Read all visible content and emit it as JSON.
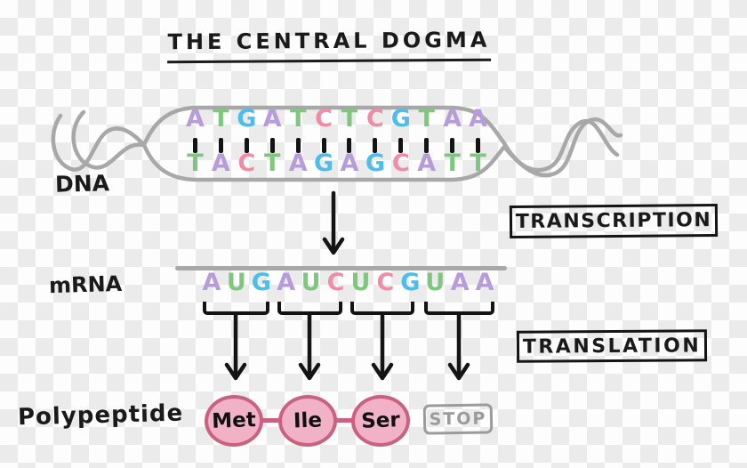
{
  "title": "THE CENTRAL DOGMA",
  "dna": {
    "label": "DNA",
    "top_strand": [
      "A",
      "T",
      "G",
      "A",
      "T",
      "C",
      "T",
      "C",
      "G",
      "T",
      "A",
      "A"
    ],
    "bottom_strand": [
      "T",
      "A",
      "C",
      "T",
      "A",
      "G",
      "A",
      "G",
      "C",
      "A",
      "T",
      "T"
    ]
  },
  "transcription": {
    "label": "TRANSCRIPTION"
  },
  "mrna": {
    "label": "mRNA",
    "sequence": [
      "A",
      "U",
      "G",
      "A",
      "U",
      "C",
      "U",
      "C",
      "G",
      "U",
      "A",
      "A"
    ],
    "codons": [
      "AUG",
      "AUC",
      "UCG",
      "UAA"
    ]
  },
  "translation": {
    "label": "TRANSLATION"
  },
  "polypeptide": {
    "label": "Polypeptide",
    "amino_acids": [
      "Met",
      "Ile",
      "Ser"
    ],
    "stop": "STOP"
  },
  "colors": {
    "A": "#b69cd9",
    "T": "#7fc77f",
    "G": "#4fbde9",
    "C": "#f08ca6",
    "U": "#7fc77f",
    "ink": "#1a1a1a",
    "helix_gray": "#a8a8a8",
    "amino_fill": "#f1b2c7",
    "amino_border": "#c96180",
    "stop_gray": "#9b9b9b"
  }
}
